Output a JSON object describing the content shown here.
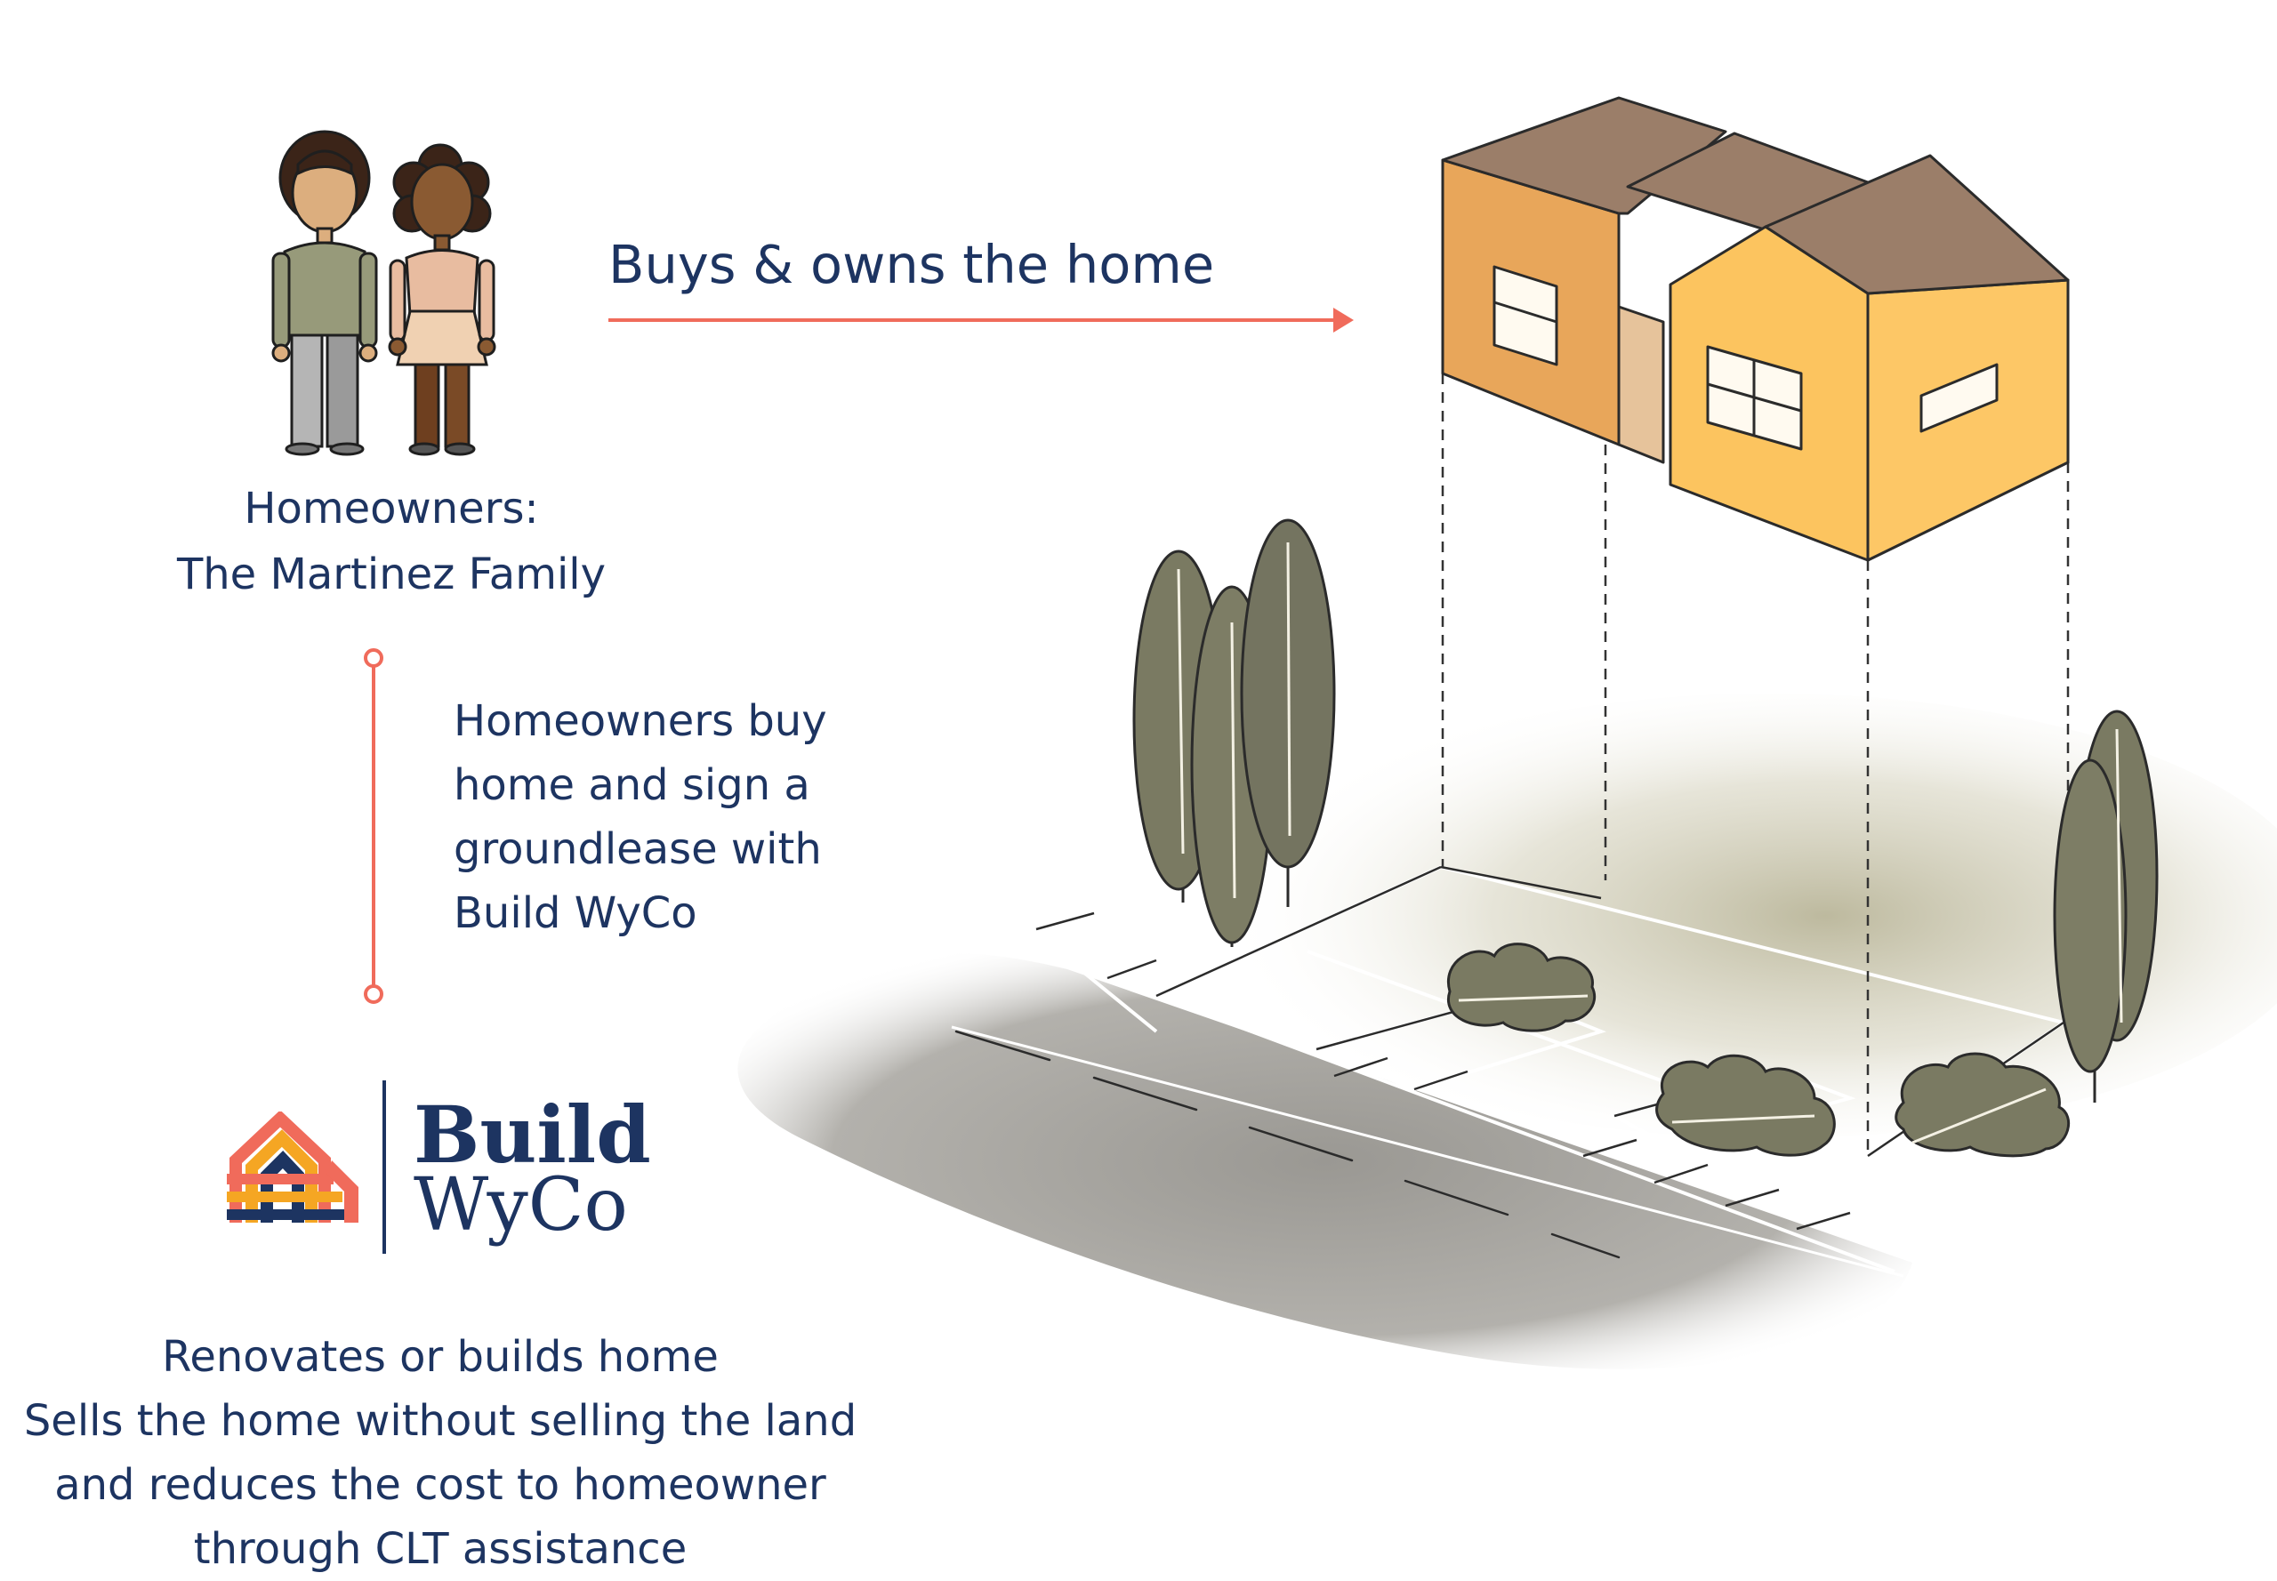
{
  "flow": {
    "arrow_label": "Buys & owns the home",
    "connector_text": [
      "Homeowners buy",
      "home and sign a",
      "groundlease with",
      "Build WyCo"
    ]
  },
  "homeowners": {
    "label_line1": "Homeowners:",
    "label_line2": "The Martinez Family"
  },
  "logo": {
    "word1": "Build",
    "word2": "WyCo"
  },
  "organization": {
    "lines": [
      "Renovates or builds home",
      "Sells the home without selling the land",
      "and reduces the cost to homeowner",
      "through CLT assistance"
    ]
  },
  "colors": {
    "text": "#1d3461",
    "accent": "#f06b5b",
    "house_wall": "#fcc45f",
    "house_wall_shade": "#e8a65a",
    "roof": "#9b7e69",
    "tree": "#7a7a62",
    "road": "#9f9d98"
  }
}
